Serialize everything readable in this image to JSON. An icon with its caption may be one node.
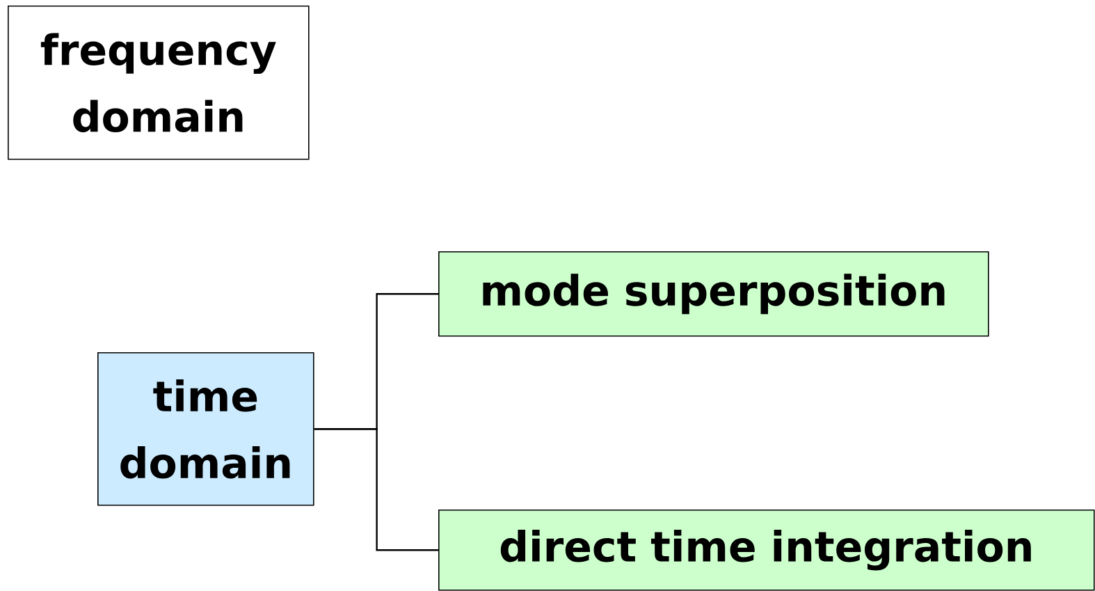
{
  "diagram": {
    "nodes": [
      {
        "text": [
          "frequency domain"
        ]
      },
      {
        "text": [
          "time domain"
        ]
      },
      {
        "text": [
          "mode superposition"
        ]
      },
      {
        "text": [
          "direct time integration"
        ]
      }
    ],
    "edges": [
      {
        "from": 1,
        "to": 2,
        "arrow": "none"
      },
      {
        "from": 1,
        "to": 3,
        "arrow": "none"
      }
    ]
  }
}
